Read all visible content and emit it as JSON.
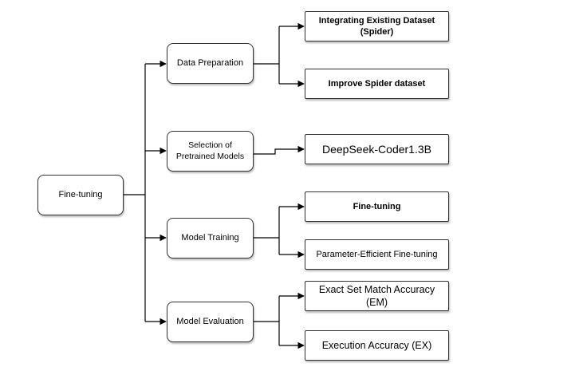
{
  "root": {
    "label": "Fine-tuning"
  },
  "stages": [
    {
      "label": "Data Preparation"
    },
    {
      "label": "Selection of Pretrained Models"
    },
    {
      "label": "Model Training"
    },
    {
      "label": "Model Evaluation"
    }
  ],
  "outputs": {
    "data_prep": [
      {
        "label": "Integrating Existing Dataset (Spider)"
      },
      {
        "label": "Improve Spider dataset"
      }
    ],
    "pretrained": [
      {
        "label": "DeepSeek-Coder1.3B"
      }
    ],
    "training": [
      {
        "label": "Fine-tuning"
      },
      {
        "label": "Parameter-Efficient Fine-tuning"
      }
    ],
    "evaluation": [
      {
        "label": "Exact Set Match Accuracy (EM)"
      },
      {
        "label": "Execution Accuracy (EX)"
      }
    ]
  }
}
